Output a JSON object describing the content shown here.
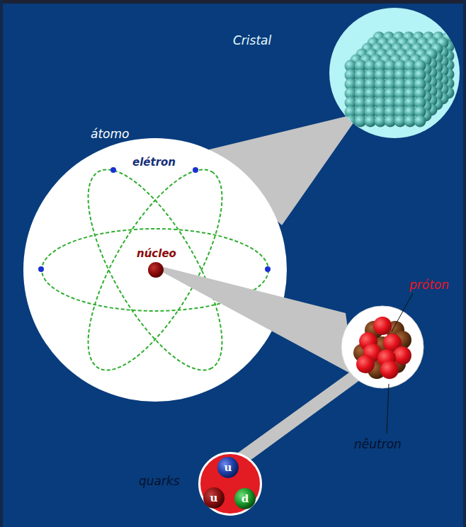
{
  "diagram": {
    "nodes": [
      {
        "text": [
          "Cristal"
        ]
      },
      {
        "text": [
          "átomo"
        ]
      },
      {
        "text": [
          "quarks"
        ]
      },
      {
        "text": [
          "u"
        ],
        "in": 2
      },
      {
        "text": [
          "u"
        ],
        "in": 2
      },
      {
        "text": [
          "d"
        ],
        "in": 2
      }
    ],
    "labels": [
      "elétron",
      "núcleo",
      "próton",
      "nêutron"
    ]
  }
}
